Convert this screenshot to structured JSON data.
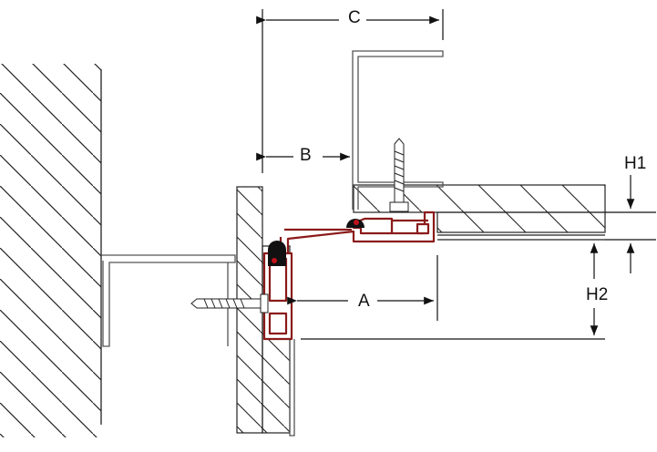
{
  "labels": {
    "c": "C",
    "b": "B",
    "a": "A",
    "h1": "H1",
    "h2": "H2"
  },
  "colors": {
    "profile": "#8b1a1a",
    "profile_fill": "#ffffff",
    "gasket": "#111111",
    "gasket_dot": "#c0121b",
    "line": "#222222",
    "metal": "#555555",
    "hatch": "#222222"
  },
  "icons": [
    "screw-icon",
    "screw-icon"
  ]
}
